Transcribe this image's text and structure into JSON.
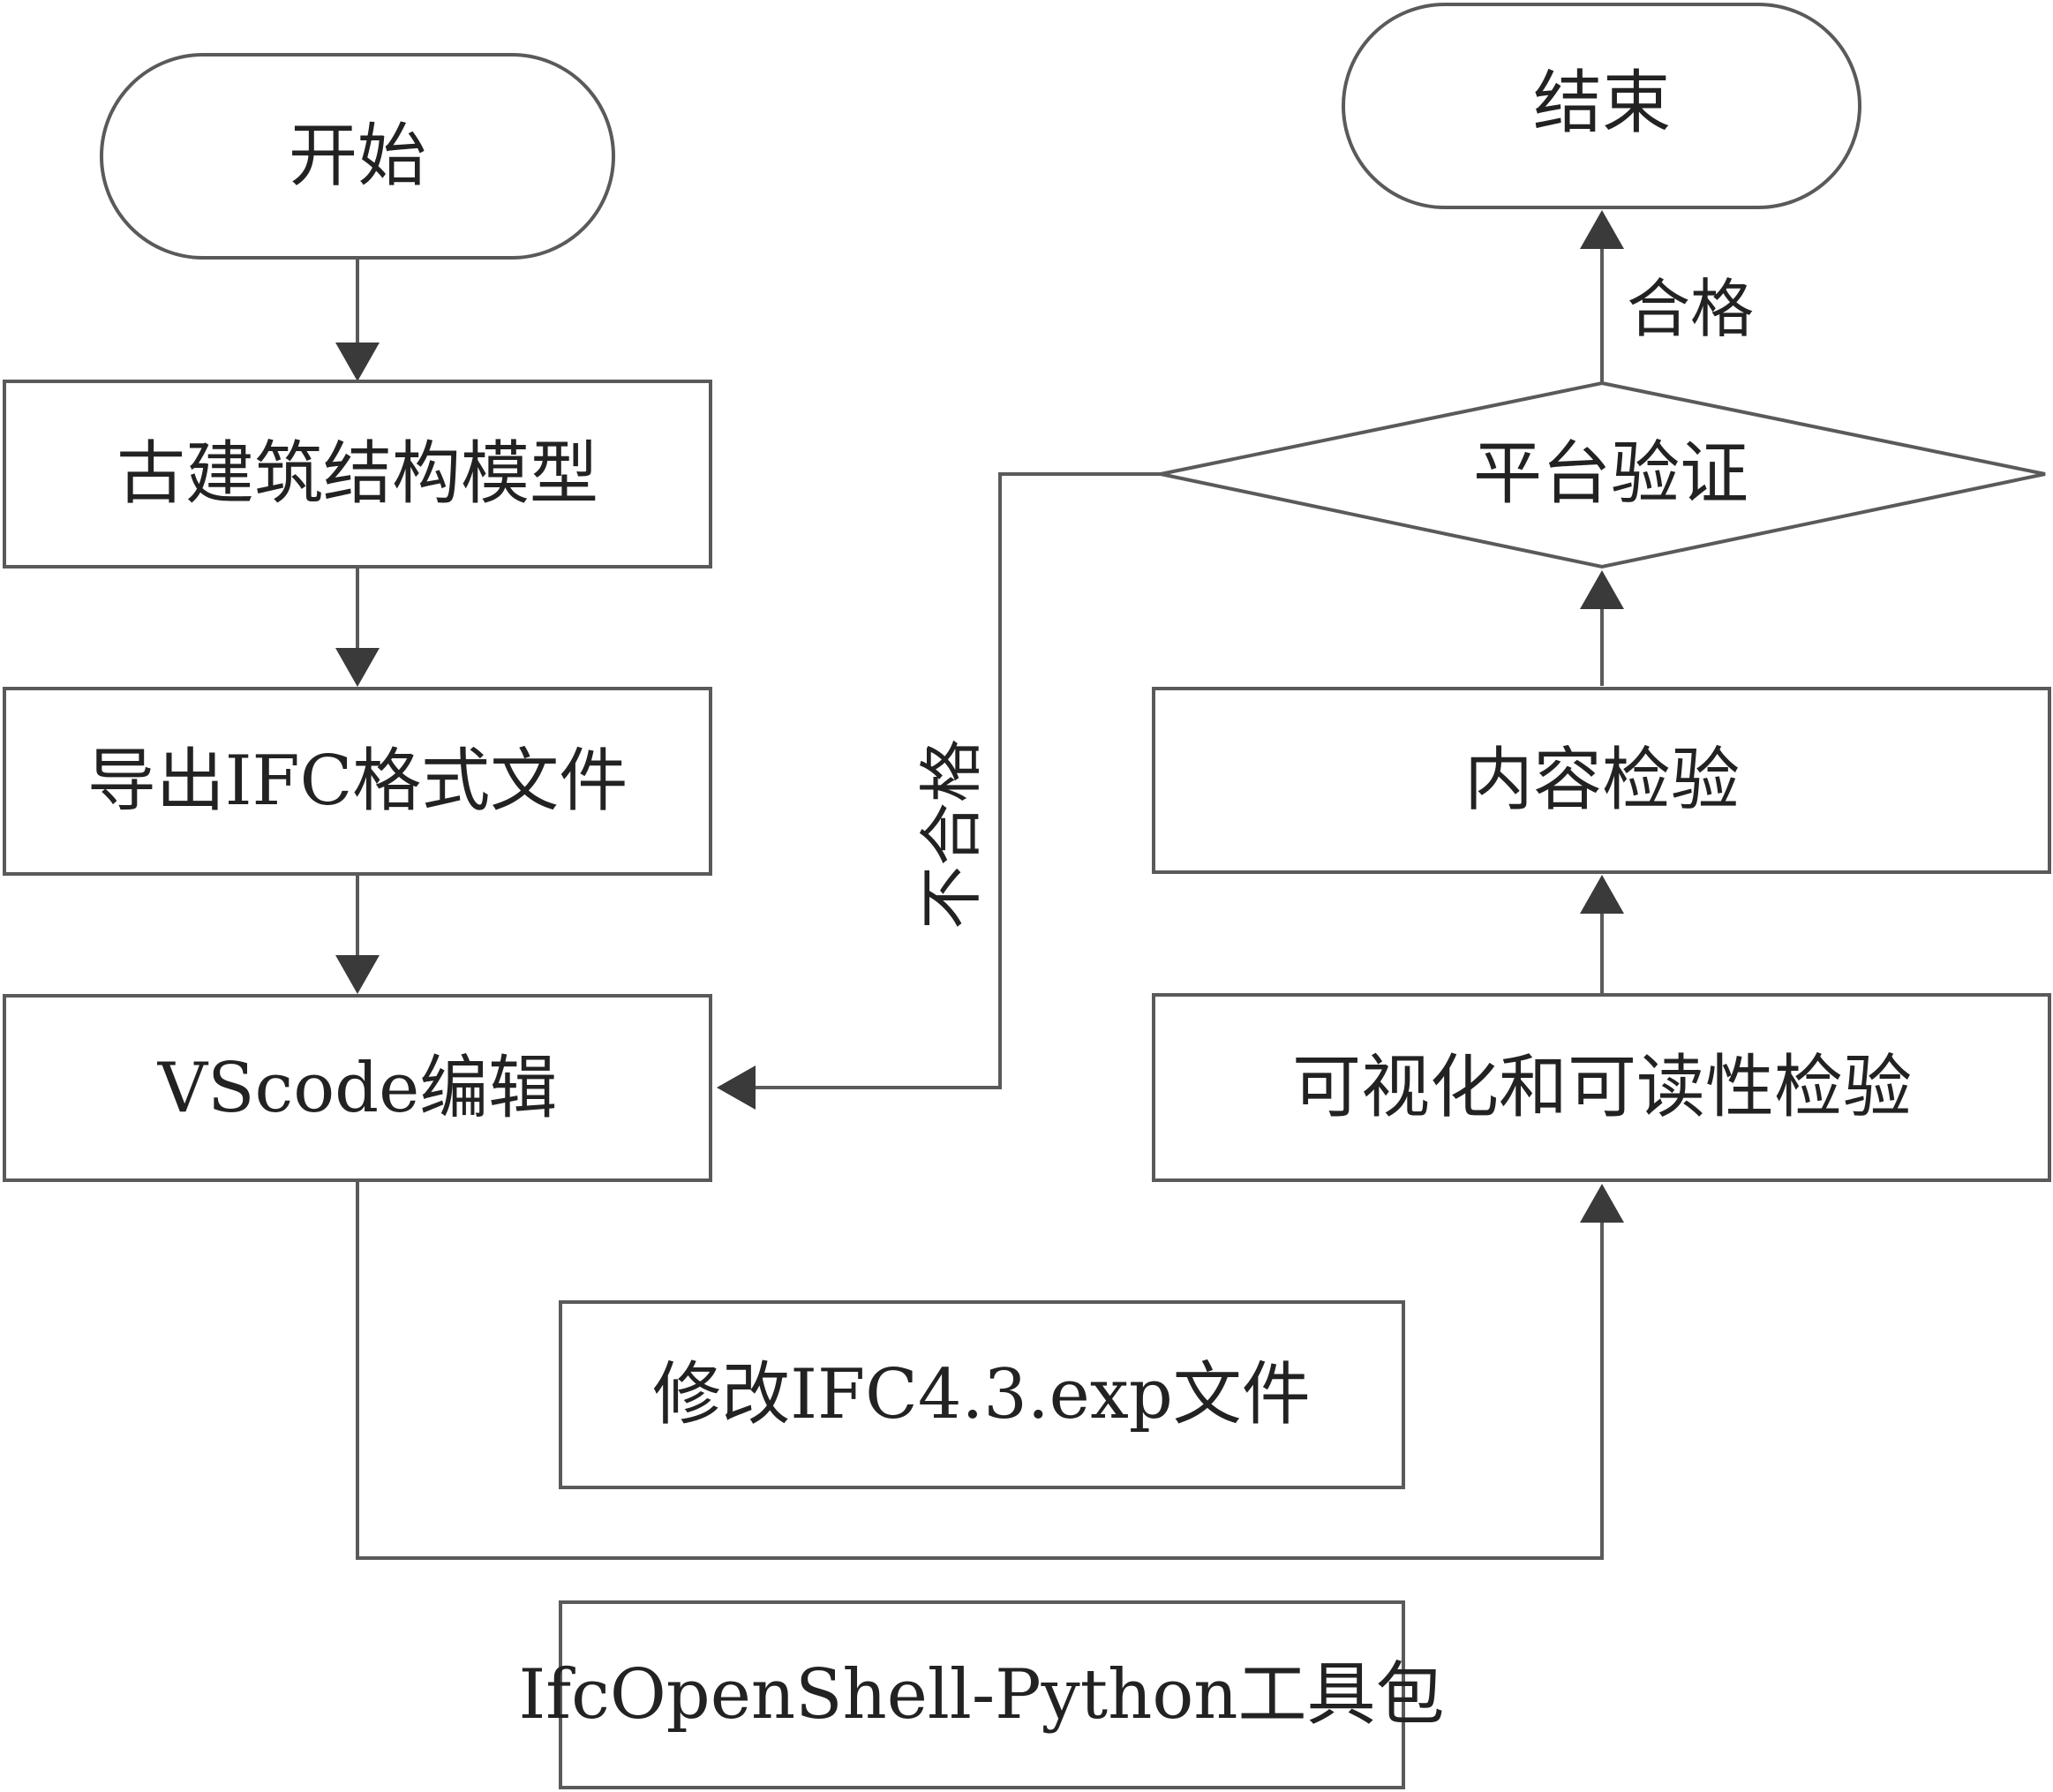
{
  "nodes": {
    "start": "开始",
    "model": "古建筑结构模型",
    "export": "导出IFC格式文件",
    "vscode": "VScode编辑",
    "modify_exp": "修改IFC4.3.exp文件",
    "toolkit": "IfcOpenShell-Python工具包",
    "visual_check": "可视化和可读性检验",
    "content_check": "内容检验",
    "platform_verify": "平台验证",
    "end": "结束"
  },
  "edges": {
    "pass": "合格",
    "fail": "不合格"
  },
  "colors": {
    "stroke": "#5a5a5a",
    "arrowhead": "#3a3a3a",
    "text": "#222222",
    "background": "#ffffff"
  }
}
